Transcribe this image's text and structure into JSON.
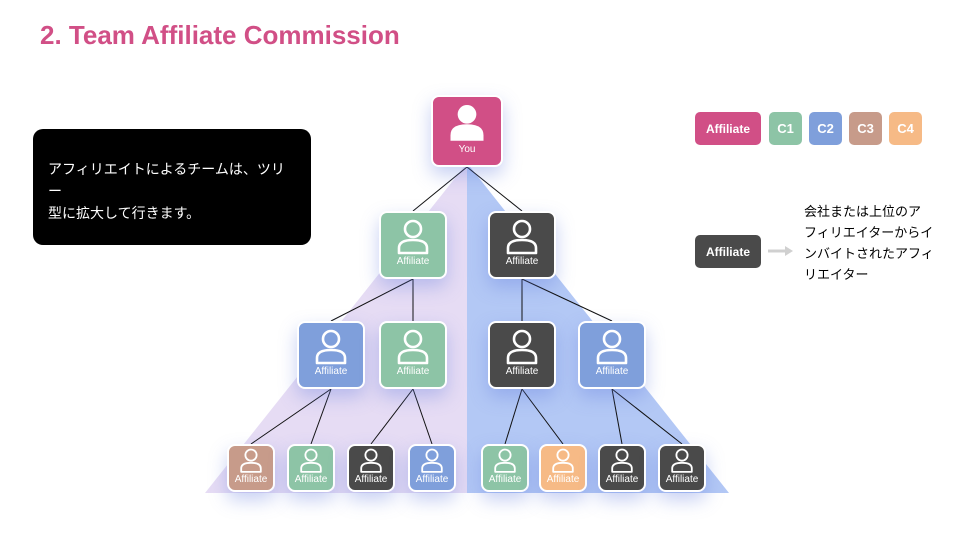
{
  "title": "2. Team Affiliate Commission",
  "callout": {
    "line1": "アフィリエイトによるチームは、ツリー",
    "line2": "型に拡大して行きます。"
  },
  "tree": {
    "colors": {
      "pink": "#d14f86",
      "green": "#8dc4a6",
      "blue": "#7f9fdb",
      "brown": "#c79b8a",
      "orange": "#f6ba86",
      "dark": "#4a4a4a",
      "triangle_left": "#e6dcf4",
      "triangle_right": "#b3c8f5"
    },
    "root": {
      "label": "You",
      "color": "pink"
    },
    "level1": [
      {
        "label": "Affiliate",
        "color": "green"
      },
      {
        "label": "Affiliate",
        "color": "dark"
      }
    ],
    "level2": [
      {
        "label": "Affiliate",
        "color": "blue"
      },
      {
        "label": "Affiliate",
        "color": "green"
      },
      {
        "label": "Affiliate",
        "color": "dark"
      },
      {
        "label": "Affiliate",
        "color": "blue"
      }
    ],
    "level3": [
      {
        "label": "Affiliate",
        "color": "brown"
      },
      {
        "label": "Affiliate",
        "color": "green"
      },
      {
        "label": "Affiliate",
        "color": "dark"
      },
      {
        "label": "Affiliate",
        "color": "blue"
      },
      {
        "label": "Affiliate",
        "color": "green"
      },
      {
        "label": "Affiliate",
        "color": "orange"
      },
      {
        "label": "Affiliate",
        "color": "dark"
      },
      {
        "label": "Affiliate",
        "color": "dark"
      }
    ]
  },
  "legend": {
    "chips": [
      {
        "label": "Affiliate",
        "color": "#d14f86"
      },
      {
        "label": "C1",
        "color": "#8dc4a6"
      },
      {
        "label": "C2",
        "color": "#7f9fdb"
      },
      {
        "label": "C3",
        "color": "#c79b8a"
      },
      {
        "label": "C4",
        "color": "#f6ba86"
      }
    ],
    "dark_chip_label": "Affiliate",
    "dark_chip_color": "#4a4a4a",
    "note_lines": [
      "会社または上位のア",
      "フィリエイターからイ",
      "ンバイトされたアフィ",
      "リエイター"
    ]
  }
}
